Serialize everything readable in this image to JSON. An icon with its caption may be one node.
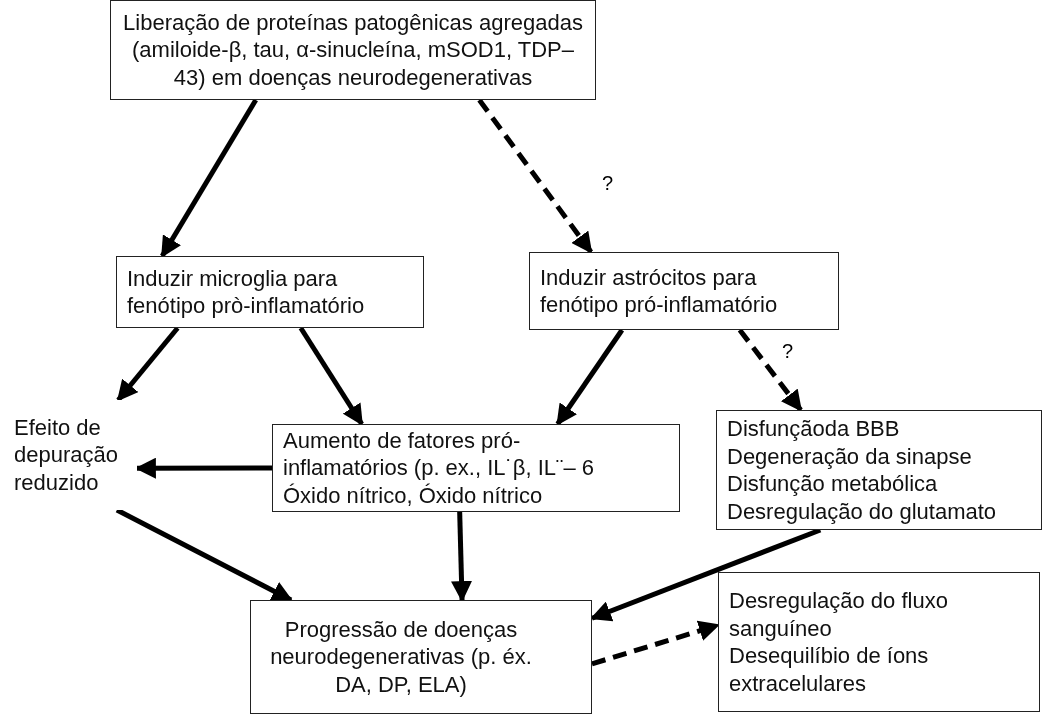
{
  "diagram": {
    "nodes": [
      {
        "text": [
          "Liberação de proteínas patogênicas agregadas (amiloide-β, tau, α-sinucleína, mSOD1, TDP–43) em doenças neurodegenerativas"
        ]
      },
      {
        "text": [
          "Induzir microglia para fenótipo prò-inflamatório"
        ]
      },
      {
        "text": [
          "Induzir astrócitos para fenótipo pró-inflamatório"
        ]
      },
      {
        "text": [
          "Efeito de depuração reduzido"
        ]
      },
      {
        "text": [
          "Aumento de fatores pró-inflamatórios (p. ex., IL˙β, IL¨– 6 Óxido nítrico, Óxido nítrico"
        ]
      },
      {
        "text": [
          "Disfunçãoda BBB",
          "Degeneração da sinapse",
          "Disfunção metabólica",
          "Desregulação do glutamato"
        ]
      },
      {
        "text": [
          "Progressão de doenças neurodegenerativas (p. éx. DA, DP, ELA)"
        ]
      },
      {
        "text": [
          "Desregulação do fluxo sanguíneo",
          "Desequilíbio de íons extracelulares"
        ]
      }
    ],
    "edges": [
      {
        "from": 0,
        "to": 1,
        "arrow": "to"
      },
      {
        "from": 0,
        "to": 2,
        "arrow": "to",
        "style": "dashed",
        "label": "?"
      },
      {
        "from": 1,
        "to": 3,
        "arrow": "to"
      },
      {
        "from": 1,
        "to": 4,
        "arrow": "to"
      },
      {
        "from": 2,
        "to": 4,
        "arrow": "to"
      },
      {
        "from": 2,
        "to": 5,
        "arrow": "to",
        "style": "dashed",
        "label": "?"
      },
      {
        "from": 4,
        "to": 3,
        "arrow": "to"
      },
      {
        "from": 3,
        "to": 6,
        "arrow": "to"
      },
      {
        "from": 4,
        "to": 6,
        "arrow": "to"
      },
      {
        "from": 5,
        "to": 6,
        "arrow": "to"
      },
      {
        "from": 6,
        "to": 7,
        "arrow": "to",
        "style": "dashed"
      }
    ]
  }
}
